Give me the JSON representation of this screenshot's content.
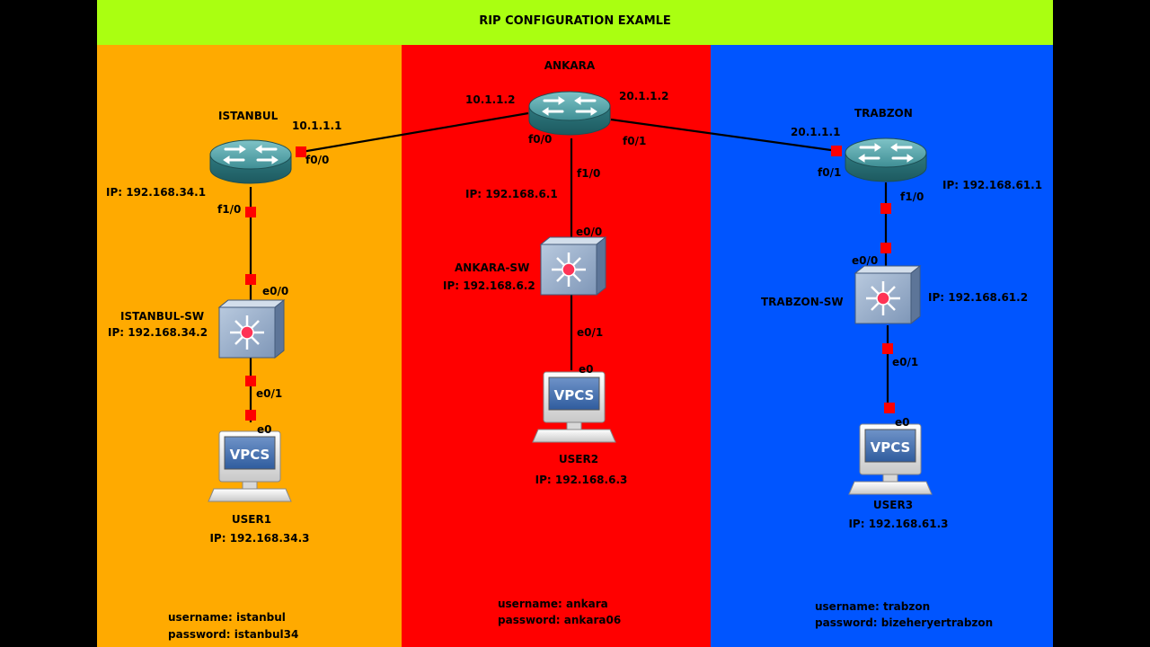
{
  "title": "RIP CONFIGURATION EXAMLE",
  "colors": {
    "title_bar": "#aaff11",
    "zone_left": "#ffaa00",
    "zone_mid": "#ff0000",
    "zone_right": "#0055ff",
    "port": "#ff0000",
    "router": "#3d8a8f",
    "switch": "#8fa9c7"
  },
  "devices": {
    "istanbul": {
      "name": "ISTANBUL",
      "wan_ip": "10.1.1.1",
      "wan_port": "f0/0",
      "lan_ip": "IP: 192.168.34.1",
      "lan_port": "f1/0",
      "icon": "router-icon"
    },
    "ankara": {
      "name": "ANKARA",
      "ip_left": "10.1.1.2",
      "ip_right": "20.1.1.2",
      "port_left": "f0/0",
      "port_right": "f0/1",
      "lan_port": "f1/0",
      "lan_ip": "IP: 192.168.6.1",
      "icon": "router-icon"
    },
    "trabzon": {
      "name": "TRABZON",
      "wan_ip": "20.1.1.1",
      "wan_port": "f0/1",
      "lan_port": "f1/0",
      "lan_ip": "IP: 192.168.61.1",
      "icon": "router-icon"
    },
    "istanbul_sw": {
      "name": "ISTANBUL-SW",
      "ip": "IP: 192.168.34.2",
      "port_up": "e0/0",
      "port_down": "e0/1",
      "icon": "switch-icon"
    },
    "ankara_sw": {
      "name": "ANKARA-SW",
      "ip": "IP: 192.168.6.2",
      "port_up": "e0/0",
      "port_down": "e0/1",
      "icon": "switch-icon"
    },
    "trabzon_sw": {
      "name": "TRABZON-SW",
      "ip": "IP: 192.168.61.2",
      "port_up": "e0/0",
      "port_down": "e0/1",
      "icon": "switch-icon"
    },
    "user1": {
      "name": "USER1",
      "ip": "IP: 192.168.34.3",
      "port": "e0",
      "screen_text": "VPCS",
      "icon": "vpcs-icon"
    },
    "user2": {
      "name": "USER2",
      "ip": "IP: 192.168.6.3",
      "port": "e0",
      "screen_text": "VPCS",
      "icon": "vpcs-icon"
    },
    "user3": {
      "name": "USER3",
      "ip": "IP: 192.168.61.3",
      "port": "e0",
      "screen_text": "VPCS",
      "icon": "vpcs-icon"
    }
  },
  "credentials": {
    "istanbul": {
      "username": "username: istanbul",
      "password": "password: istanbul34"
    },
    "ankara": {
      "username": "username: ankara",
      "password": "password: ankara06"
    },
    "trabzon": {
      "username": "username: trabzon",
      "password": "password: bizeheryertrabzon"
    }
  }
}
